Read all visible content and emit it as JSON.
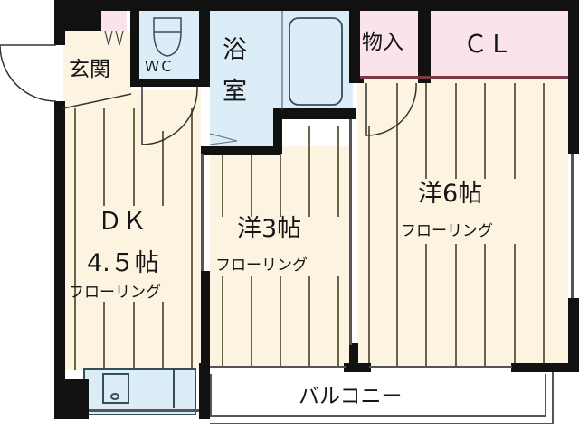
{
  "floor_plan": {
    "rooms": {
      "entrance": {
        "label": "玄関"
      },
      "wc": {
        "label": "ＷＣ"
      },
      "bath": {
        "label_line1": "浴",
        "label_line2": "室"
      },
      "storage": {
        "label": "物入"
      },
      "closet": {
        "label": "ＣＬ"
      },
      "dk": {
        "name": "ＤＫ",
        "size": "4.５帖",
        "flooring": "フローリング"
      },
      "western3": {
        "name": "洋3帖",
        "flooring": "フローリング"
      },
      "western6": {
        "name": "洋6帖",
        "flooring": "フローリング"
      },
      "balcony": {
        "label": "バルコニー"
      }
    },
    "colors": {
      "floor": "#fdf3e1",
      "wet_area": "#dcedf8",
      "closet": "#fbe3ec",
      "wall": "#111111"
    }
  }
}
